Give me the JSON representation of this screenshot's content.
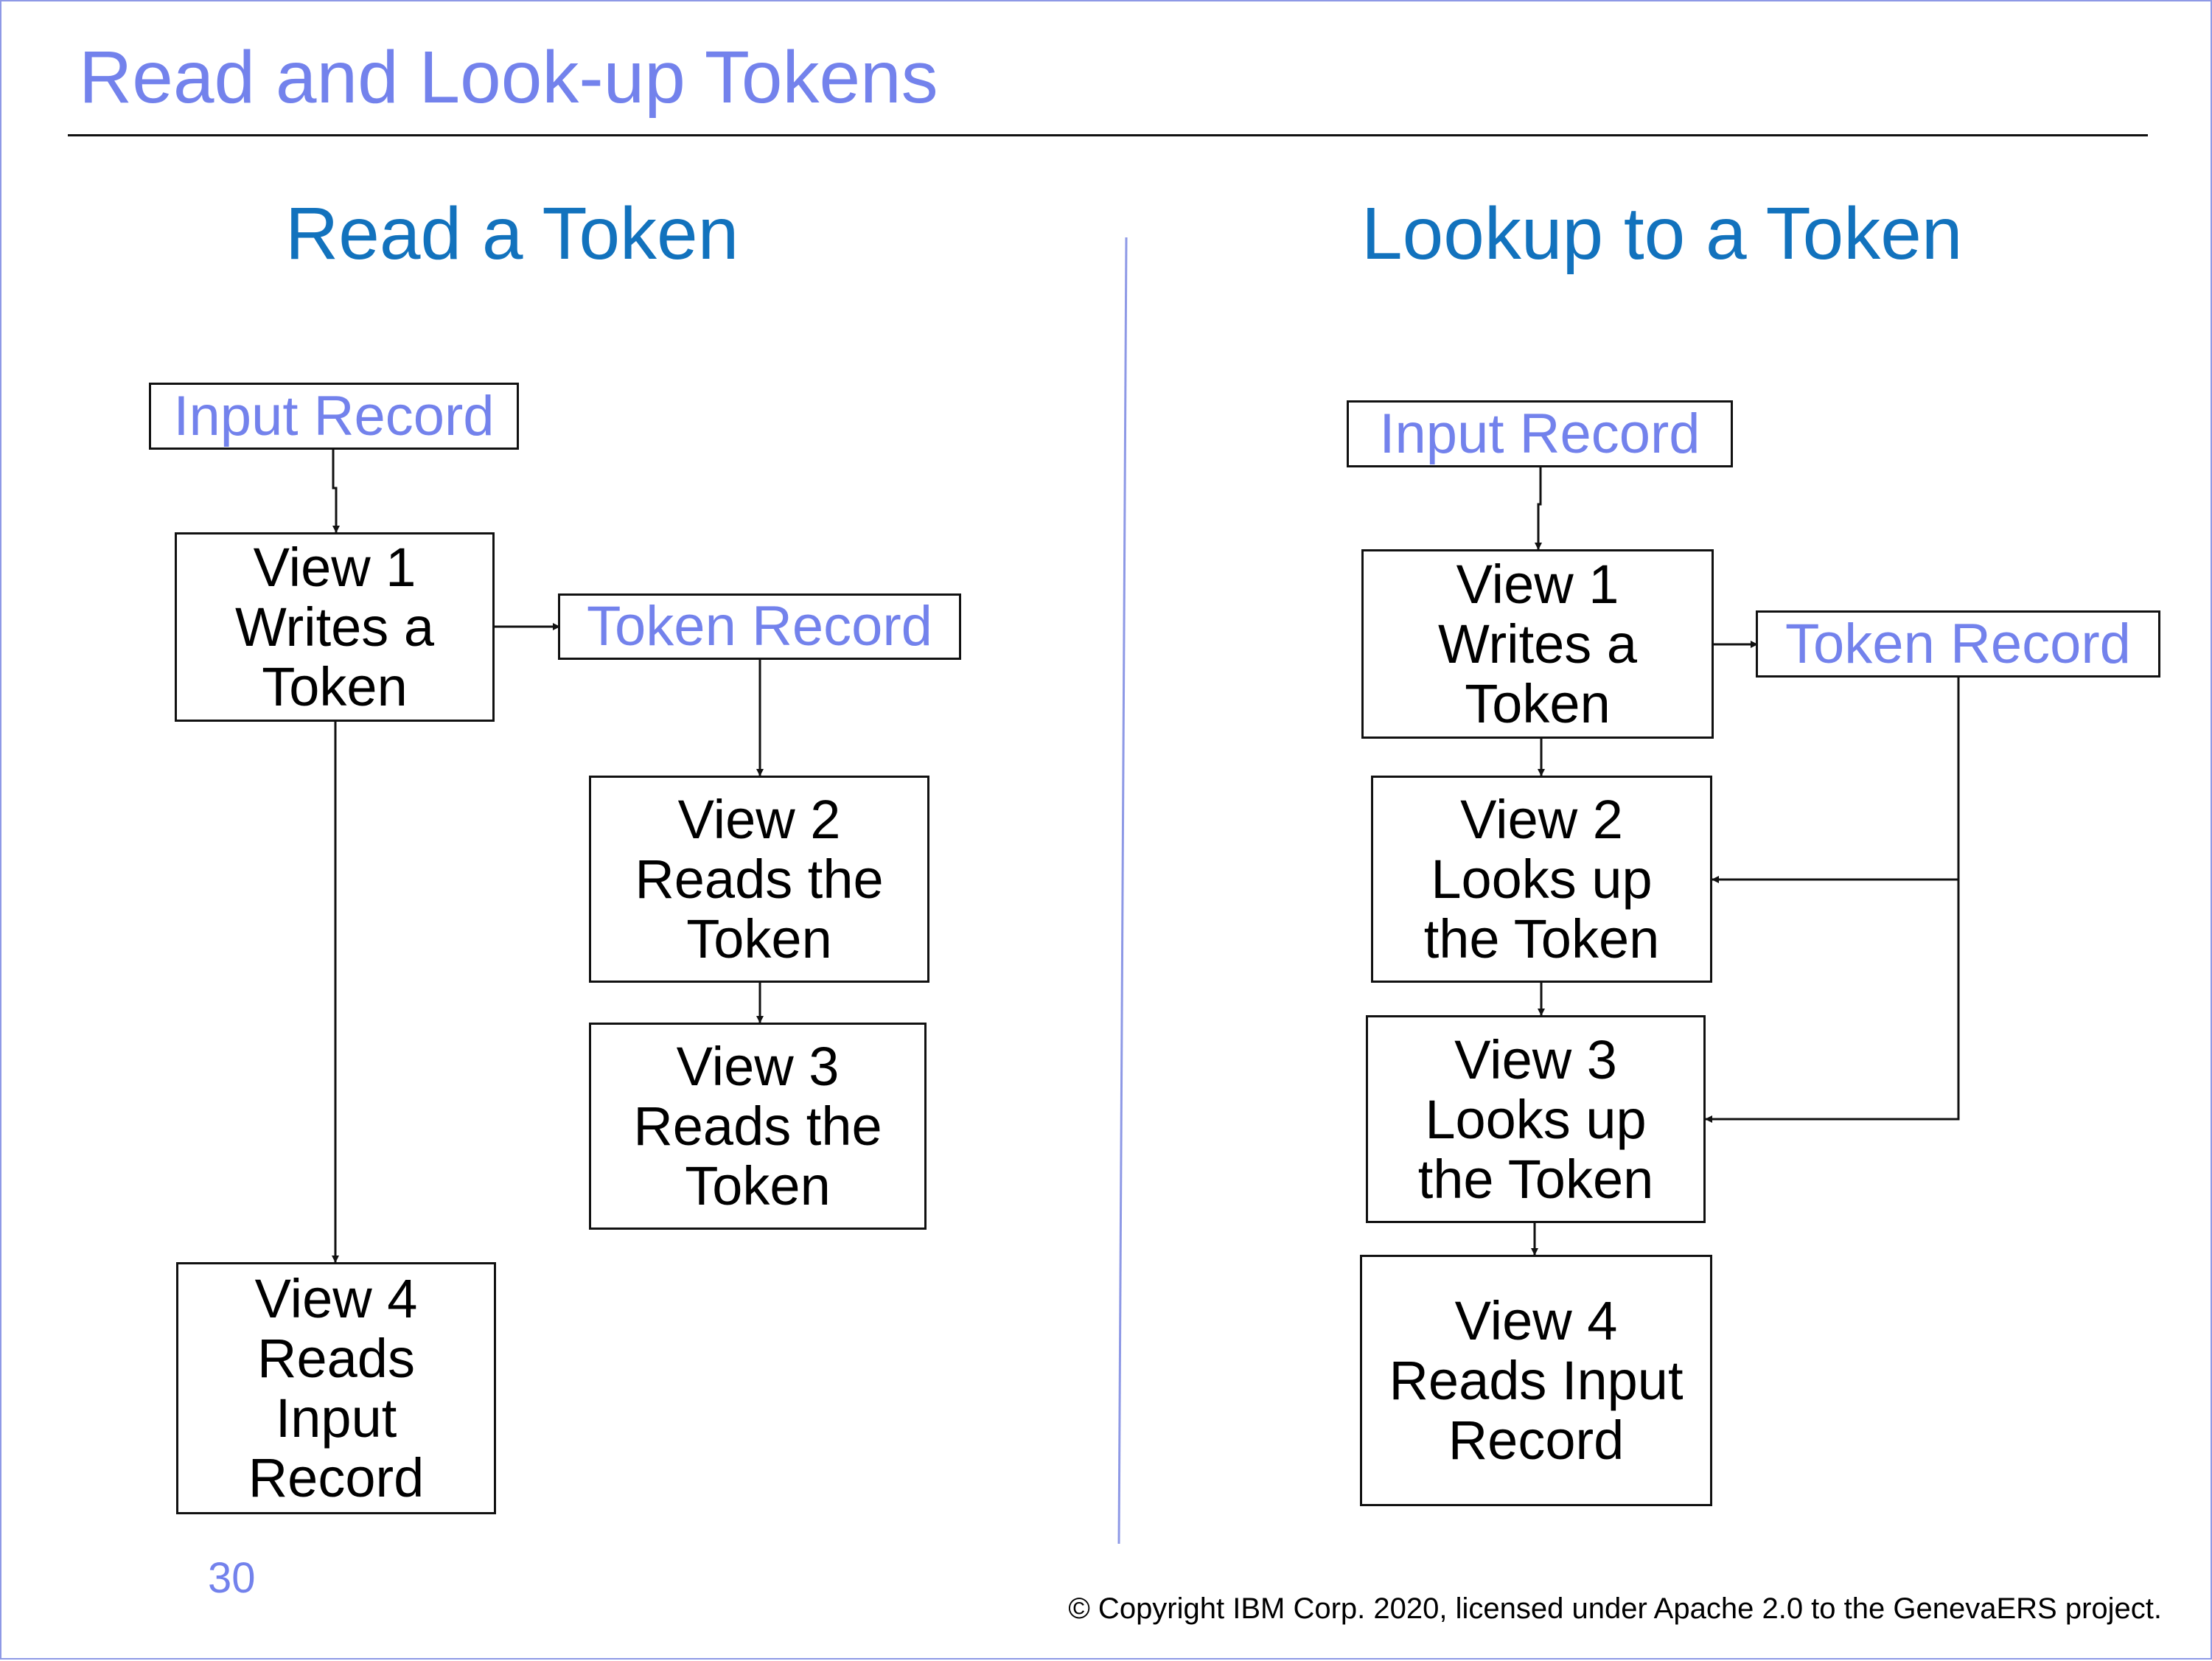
{
  "slide": {
    "title": "Read and Look-up Tokens",
    "page_number": "30",
    "copyright": "© Copyright IBM Corp. 2020, licensed under Apache 2.0 to the GenevaERS project."
  },
  "left": {
    "heading": "Read a Token",
    "input_record": "Input Record",
    "token_record": "Token Record",
    "view1": [
      "View 1",
      "Writes a",
      "Token"
    ],
    "view2": [
      "View 2",
      "Reads the",
      "Token"
    ],
    "view3": [
      "View 3",
      "Reads the",
      "Token"
    ],
    "view4": [
      "View 4",
      "Reads",
      "Input",
      "Record"
    ]
  },
  "right": {
    "heading": "Lookup to a Token",
    "input_record": "Input Record",
    "token_record": "Token Record",
    "view1": [
      "View 1",
      "Writes a",
      "Token"
    ],
    "view2": [
      "View 2",
      "Looks up",
      "the Token"
    ],
    "view3": [
      "View 3",
      "Looks up",
      "the Token"
    ],
    "view4": [
      "View 4",
      "Reads Input",
      "Record"
    ]
  },
  "colors": {
    "title": "#7382ec",
    "heading": "#1272bd",
    "divider": "#8e99e6",
    "line": "#111111"
  }
}
